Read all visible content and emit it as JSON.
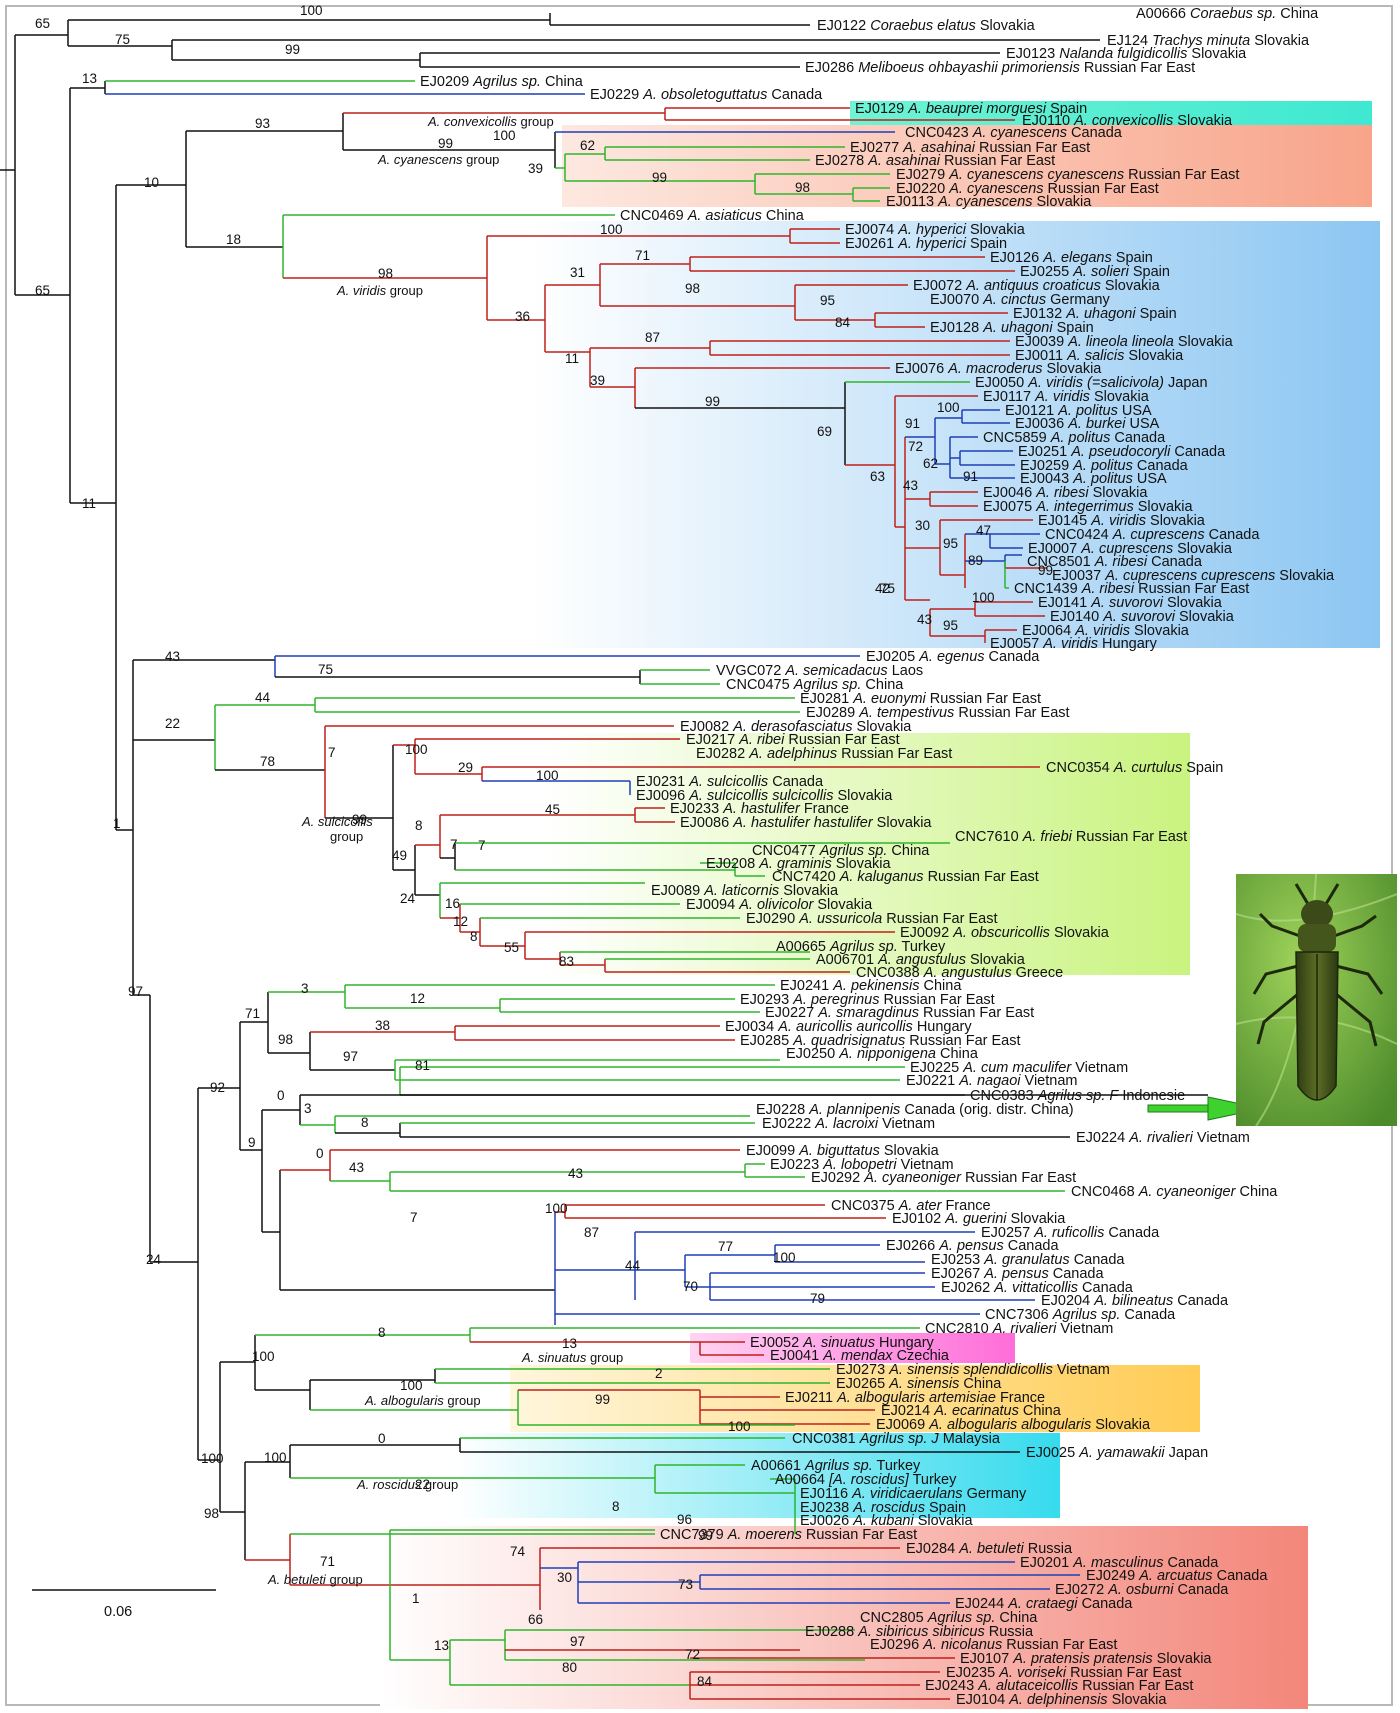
{
  "scale_bar": {
    "label": "0.06"
  },
  "colors": {
    "red": "#c0201a",
    "green": "#2fb52a",
    "blue": "#1f3fb8",
    "black": "#111111"
  },
  "groups": [
    {
      "name": "A. convexicollis",
      "suffix": " group"
    },
    {
      "name": "A. cyanescens",
      "suffix": " group"
    },
    {
      "name": "A. viridis",
      "suffix": " group"
    },
    {
      "name": "A. sulcicollis",
      "suffix": "group"
    },
    {
      "name": "A. sinuatus",
      "suffix": " group"
    },
    {
      "name": "A. albogularis",
      "suffix": " group"
    },
    {
      "name": "A. roscidus",
      "suffix": " group"
    },
    {
      "name": "A. betuleti",
      "suffix": " group"
    }
  ],
  "taxa": [
    {
      "code": "A00666",
      "species": "Coraebus sp.",
      "region": "China"
    },
    {
      "code": "EJ0122",
      "species": "Coraebus elatus",
      "region": "Slovakia"
    },
    {
      "code": "EJ124",
      "species": "Trachys minuta",
      "region": "Slovakia"
    },
    {
      "code": "EJ0123",
      "species": "Nalanda fulgidicollis",
      "region": "Slovakia"
    },
    {
      "code": "EJ0286",
      "species": "Meliboeus ohbayashii primoriensis",
      "region": "Russian Far East"
    },
    {
      "code": "EJ0209",
      "species": "Agrilus sp.",
      "region": "China"
    },
    {
      "code": "EJ0229",
      "species": "A. obsoletoguttatus",
      "region": "Canada"
    },
    {
      "code": "EJ0129",
      "species": "A. beauprei morguesi",
      "region": "Spain"
    },
    {
      "code": "EJ0110",
      "species": "A. convexicollis",
      "region": "Slovakia"
    },
    {
      "code": "CNC0423",
      "species": "A. cyanescens",
      "region": "Canada"
    },
    {
      "code": "EJ0277",
      "species": "A. asahinai",
      "region": "Russian Far East"
    },
    {
      "code": "EJ0278",
      "species": "A. asahinai",
      "region": "Russian Far East"
    },
    {
      "code": "EJ0279",
      "species": "A. cyanescens cyanescens",
      "region": "Russian Far East"
    },
    {
      "code": "EJ0220",
      "species": "A. cyanescens",
      "region": "Russian Far East"
    },
    {
      "code": "EJ0113",
      "species": "A. cyanescens",
      "region": "Slovakia"
    },
    {
      "code": "CNC0469",
      "species": "A. asiaticus",
      "region": "China"
    },
    {
      "code": "EJ0074",
      "species": "A. hyperici",
      "region": "Slovakia"
    },
    {
      "code": "EJ0261",
      "species": "A. hyperici",
      "region": "Spain"
    },
    {
      "code": "EJ0126",
      "species": "A. elegans",
      "region": "Spain"
    },
    {
      "code": "EJ0255",
      "species": "A. solieri",
      "region": "Spain"
    },
    {
      "code": "EJ0072",
      "species": "A. antiquus croaticus",
      "region": "Slovakia"
    },
    {
      "code": "EJ0070",
      "species": "A. cinctus",
      "region": "Germany"
    },
    {
      "code": "EJ0132",
      "species": "A. uhagoni",
      "region": "Spain"
    },
    {
      "code": "EJ0128",
      "species": "A. uhagoni",
      "region": "Spain"
    },
    {
      "code": "EJ0039",
      "species": "A. lineola lineola",
      "region": "Slovakia"
    },
    {
      "code": "EJ0011",
      "species": "A. salicis",
      "region": "Slovakia"
    },
    {
      "code": "EJ0076",
      "species": "A. macroderus",
      "region": "Slovakia"
    },
    {
      "code": "EJ0050",
      "species": "A. viridis (=salicivola)",
      "region": "Japan"
    },
    {
      "code": "EJ0117",
      "species": "A. viridis",
      "region": "Slovakia"
    },
    {
      "code": "EJ0121",
      "species": "A. politus",
      "region": "USA"
    },
    {
      "code": "EJ0036",
      "species": "A. burkei",
      "region": "USA"
    },
    {
      "code": "CNC5859",
      "species": "A. politus",
      "region": "Canada"
    },
    {
      "code": "EJ0251",
      "species": "A. pseudocoryli",
      "region": "Canada"
    },
    {
      "code": "EJ0259",
      "species": "A. politus",
      "region": "Canada"
    },
    {
      "code": "EJ0043",
      "species": "A. politus",
      "region": "USA"
    },
    {
      "code": "EJ0046",
      "species": "A. ribesi",
      "region": "Slovakia"
    },
    {
      "code": "EJ0075",
      "species": "A. integerrimus",
      "region": "Slovakia"
    },
    {
      "code": "EJ0145",
      "species": "A. viridis",
      "region": "Slovakia"
    },
    {
      "code": "CNC0424",
      "species": "A. cuprescens",
      "region": "Canada"
    },
    {
      "code": "EJ0007",
      "species": "A. cuprescens",
      "region": "Slovakia"
    },
    {
      "code": "CNC8501",
      "species": "A. ribesi",
      "region": "Canada"
    },
    {
      "code": "EJ0037",
      "species": "A. cuprescens cuprescens",
      "region": "Slovakia"
    },
    {
      "code": "CNC1439",
      "species": "A. ribesi",
      "region": "Russian Far East"
    },
    {
      "code": "EJ0141",
      "species": "A. suvorovi",
      "region": "Slovakia"
    },
    {
      "code": "EJ0140",
      "species": "A. suvorovi",
      "region": "Slovakia"
    },
    {
      "code": "EJ0064",
      "species": "A. viridis",
      "region": "Slovakia"
    },
    {
      "code": "EJ0057",
      "species": "A. viridis",
      "region": "Hungary"
    },
    {
      "code": "EJ0205",
      "species": "A. egenus",
      "region": "Canada"
    },
    {
      "code": "VVGC072",
      "species": "A. semicadacus",
      "region": "Laos"
    },
    {
      "code": "CNC0475",
      "species": "Agrilus sp.",
      "region": "China"
    },
    {
      "code": "EJ0281",
      "species": "A. euonymi",
      "region": "Russian Far East"
    },
    {
      "code": "EJ0289",
      "species": "A. tempestivus",
      "region": "Russian Far East"
    },
    {
      "code": "EJ0082",
      "species": "A. derasofasciatus",
      "region": "Slovakia"
    },
    {
      "code": "EJ0217",
      "species": "A. ribei",
      "region": "Russian Far East"
    },
    {
      "code": "EJ0282",
      "species": "A. adelphinus",
      "region": "Russian Far East"
    },
    {
      "code": "CNC0354",
      "species": "A. curtulus",
      "region": "Spain"
    },
    {
      "code": "EJ0231",
      "species": "A. sulcicollis",
      "region": "Canada"
    },
    {
      "code": "EJ0096",
      "species": "A. sulcicollis sulcicollis",
      "region": "Slovakia"
    },
    {
      "code": "EJ0233",
      "species": "A. hastulifer",
      "region": "France"
    },
    {
      "code": "EJ0086",
      "species": "A. hastulifer hastulifer",
      "region": "Slovakia"
    },
    {
      "code": "CNC7610",
      "species": "A. friebi",
      "region": "Russian Far East"
    },
    {
      "code": "CNC0477",
      "species": "Agrilus sp.",
      "region": "China"
    },
    {
      "code": "EJ0208",
      "species": "A. graminis",
      "region": "Slovakia"
    },
    {
      "code": "CNC7420",
      "species": "A. kaluganus",
      "region": "Russian Far East"
    },
    {
      "code": "EJ0089",
      "species": "A. laticornis",
      "region": "Slovakia"
    },
    {
      "code": "EJ0094",
      "species": "A. olivicolor",
      "region": "Slovakia"
    },
    {
      "code": "EJ0290",
      "species": "A. ussuricola",
      "region": "Russian Far East"
    },
    {
      "code": "EJ0092",
      "species": "A. obscuricollis",
      "region": "Slovakia"
    },
    {
      "code": "A00665",
      "species": "Agrilus sp.",
      "region": "Turkey"
    },
    {
      "code": "A006701",
      "species": "A. angustulus",
      "region": "Slovakia"
    },
    {
      "code": "CNC0388",
      "species": "A. angustulus",
      "region": "Greece"
    },
    {
      "code": "EJ0241",
      "species": "A. pekinensis",
      "region": "China"
    },
    {
      "code": "EJ0293",
      "species": "A. peregrinus",
      "region": "Russian Far East"
    },
    {
      "code": "EJ0227",
      "species": "A. smaragdinus",
      "region": "Russian Far East"
    },
    {
      "code": "EJ0034",
      "species": "A. auricollis auricollis",
      "region": "Hungary"
    },
    {
      "code": "EJ0285",
      "species": "A. quadrisignatus",
      "region": "Russian Far East"
    },
    {
      "code": "EJ0250",
      "species": "A. nipponigena",
      "region": "China"
    },
    {
      "code": "EJ0225",
      "species": "A. cum maculifer",
      "region": "Vietnam"
    },
    {
      "code": "EJ0221",
      "species": "A. nagaoi",
      "region": "Vietnam"
    },
    {
      "code": "CNC0383",
      "species": "Agrilus sp. F",
      "region": "Indonesie"
    },
    {
      "code": "EJ0228",
      "species": "A. plannipenis",
      "region": "Canada (orig. distr. China)"
    },
    {
      "code": "EJ0222",
      "species": "A. lacroixi",
      "region": "Vietnam"
    },
    {
      "code": "EJ0224",
      "species": "A. rivalieri",
      "region": "Vietnam"
    },
    {
      "code": "EJ0099",
      "species": "A. biguttatus",
      "region": "Slovakia"
    },
    {
      "code": "EJ0223",
      "species": "A. lobopetri",
      "region": "Vietnam"
    },
    {
      "code": "EJ0292",
      "species": "A. cyaneoniger",
      "region": "Russian Far East"
    },
    {
      "code": "CNC0468",
      "species": "A. cyaneoniger",
      "region": "China"
    },
    {
      "code": "CNC0375",
      "species": "A. ater",
      "region": "France"
    },
    {
      "code": "EJ0102",
      "species": "A. guerini",
      "region": "Slovakia"
    },
    {
      "code": "EJ0257",
      "species": "A. ruficollis",
      "region": "Canada"
    },
    {
      "code": "EJ0266",
      "species": "A. pensus",
      "region": "Canada"
    },
    {
      "code": "EJ0253",
      "species": "A. granulatus",
      "region": "Canada"
    },
    {
      "code": "EJ0267",
      "species": "A. pensus",
      "region": "Canada"
    },
    {
      "code": "EJ0262",
      "species": "A. vittaticollis",
      "region": "Canada"
    },
    {
      "code": "EJ0204",
      "species": "A. bilineatus",
      "region": "Canada"
    },
    {
      "code": "CNC7306",
      "species": "Agrilus sp.",
      "region": "Canada"
    },
    {
      "code": "CNC2810",
      "species": "A. rivalieri",
      "region": "Vietnam"
    },
    {
      "code": "EJ0052",
      "species": "A. sinuatus",
      "region": "Hungary"
    },
    {
      "code": "EJ0041",
      "species": "A. mendax",
      "region": "Czechia"
    },
    {
      "code": "EJ0273",
      "species": "A. sinensis splendidicollis",
      "region": "Vietnam"
    },
    {
      "code": "EJ0265",
      "species": "A. sinensis",
      "region": "China"
    },
    {
      "code": "EJ0211",
      "species": "A. albogularis artemisiae",
      "region": "France"
    },
    {
      "code": "EJ0214",
      "species": "A. ecarinatus",
      "region": "China"
    },
    {
      "code": "EJ0069",
      "species": "A. albogularis albogularis",
      "region": "Slovakia"
    },
    {
      "code": "CNC0381",
      "species": "Agrilus sp. J",
      "region": "Malaysia"
    },
    {
      "code": "EJ0025",
      "species": "A. yamawakii",
      "region": "Japan"
    },
    {
      "code": "A00661",
      "species": "Agrilus sp.",
      "region": "Turkey"
    },
    {
      "code": "A00664",
      "species": "[A. roscidus]",
      "region": "Turkey"
    },
    {
      "code": "EJ0116",
      "species": "A. viridicaerulans",
      "region": "Germany"
    },
    {
      "code": "EJ0238",
      "species": "A. roscidus",
      "region": "Spain"
    },
    {
      "code": "EJ0026",
      "species": "A. kubani",
      "region": "Slovakia"
    },
    {
      "code": "CNC7379",
      "species": "A. moerens",
      "region": "Russian Far East"
    },
    {
      "code": "EJ0284",
      "species": "A. betuleti",
      "region": "Russia"
    },
    {
      "code": "EJ0201",
      "species": "A. masculinus",
      "region": "Canada"
    },
    {
      "code": "EJ0249",
      "species": "A. arcuatus",
      "region": "Canada"
    },
    {
      "code": "EJ0272",
      "species": "A. osburni",
      "region": "Canada"
    },
    {
      "code": "EJ0244",
      "species": "A. crataegi",
      "region": "Canada"
    },
    {
      "code": "CNC2805",
      "species": "Agrilus sp.",
      "region": "China"
    },
    {
      "code": "EJ0288",
      "species": "A. sibiricus sibiricus",
      "region": "Russia"
    },
    {
      "code": "EJ0296",
      "species": "A. nicolanus",
      "region": "Russian Far East"
    },
    {
      "code": "EJ0107",
      "species": "A. pratensis pratensis",
      "region": "Slovakia"
    },
    {
      "code": "EJ0235",
      "species": "A. voriseki",
      "region": "Russian Far East"
    },
    {
      "code": "EJ0243",
      "species": "A. alutaceicollis",
      "region": "Russian Far East"
    },
    {
      "code": "EJ0104",
      "species": "A. delphinensis",
      "region": "Slovakia"
    }
  ],
  "supports": [
    "100",
    "65",
    "75",
    "99",
    "65",
    "13",
    "11",
    "93",
    "10",
    "100",
    "99",
    "62",
    "39",
    "99",
    "98",
    "18",
    "98",
    "100",
    "31",
    "71",
    "36",
    "98",
    "95",
    "84",
    "87",
    "11",
    "39",
    "99",
    "69",
    "91",
    "100",
    "72",
    "62",
    "91",
    "63",
    "43",
    "30",
    "47",
    "75",
    "95",
    "89",
    "99",
    "42",
    "100",
    "43",
    "95",
    "1",
    "43",
    "75",
    "22",
    "44",
    "78",
    "7",
    "100",
    "29",
    "100",
    "45",
    "99",
    "8",
    "7",
    "49",
    "7",
    "24",
    "16",
    "12",
    "8",
    "55",
    "83",
    "97",
    "3",
    "71",
    "12",
    "98",
    "38",
    "97",
    "81",
    "92",
    "0",
    "3",
    "8",
    "9",
    "0",
    "43",
    "43",
    "7",
    "100",
    "87",
    "44",
    "77",
    "100",
    "70",
    "79",
    "24",
    "100",
    "8",
    "13",
    "100",
    "2",
    "99",
    "100",
    "100",
    "100",
    "0",
    "22",
    "8",
    "96",
    "99",
    "98",
    "71",
    "1",
    "74",
    "30",
    "73",
    "13",
    "66",
    "97",
    "80",
    "72",
    "84",
    "98",
    "66",
    "92"
  ]
}
